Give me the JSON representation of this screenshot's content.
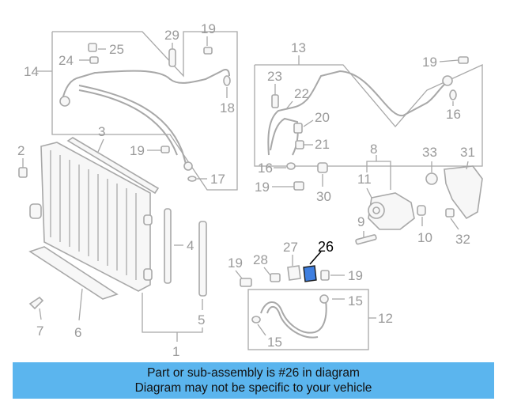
{
  "callouts": {
    "c1": "1",
    "c2": "2",
    "c3": "3",
    "c4": "4",
    "c5": "5",
    "c6": "6",
    "c7": "7",
    "c8": "8",
    "c9": "9",
    "c10": "10",
    "c11": "11",
    "c12": "12",
    "c13": "13",
    "c14": "14",
    "c15a": "15",
    "c15b": "15",
    "c16a": "16",
    "c16b": "16",
    "c17": "17",
    "c18": "18",
    "c19a": "19",
    "c19b": "19",
    "c19c": "19",
    "c19d": "19",
    "c19e": "19",
    "c19f": "19",
    "c20": "20",
    "c21": "21",
    "c22": "22",
    "c23": "23",
    "c24": "24",
    "c25": "25",
    "c26": "26",
    "c27": "27",
    "c28": "28",
    "c29": "29",
    "c30": "30",
    "c31": "31",
    "c32": "32",
    "c33": "33"
  },
  "highlight_color": "#000000",
  "part_fill_color": "#3f7fe0",
  "banner": {
    "line1": "Part or sub-assembly is #26 in diagram",
    "line2": "Diagram may not be specific to your vehicle",
    "background": "#5bb5ee"
  }
}
